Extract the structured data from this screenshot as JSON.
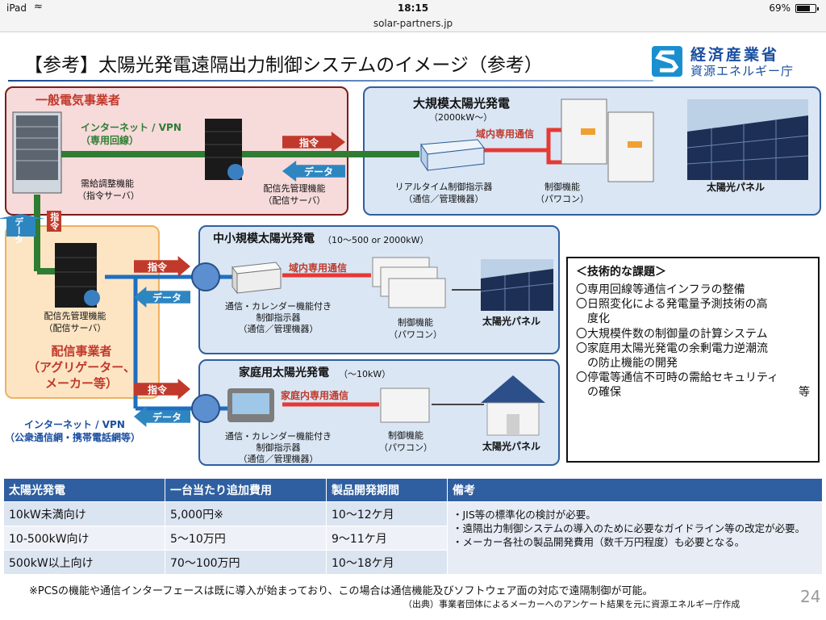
{
  "status_bar": {
    "carrier": "iPad",
    "wifi_icon": "wifi-icon",
    "time": "18:15",
    "battery": "69%"
  },
  "browser": {
    "url": "solar-partners.jp"
  },
  "slide": {
    "title": "【参考】太陽光発電遠隔出力制御システムのイメージ（参考）",
    "logo": {
      "line1": "経済産業省",
      "line2": "資源エネルギー庁"
    },
    "utility": {
      "title": "一般電気事業者",
      "internet": "インターネット / VPN",
      "dedicated": "（専用回線）",
      "server1_name": "需給調整機能",
      "server1_sub": "（指令サーバ）",
      "server2_name": "配信先管理機能",
      "server2_sub": "（配信サーバ）"
    },
    "aggregator": {
      "server_name": "配信先管理機能",
      "server_sub": "（配信サーバ）",
      "title_line1": "配信事業者",
      "title_line2": "（アグリゲーター、",
      "title_line3": "メーカー等）",
      "data_label": "データ",
      "command_label": "指令"
    },
    "large": {
      "title": "大規模太陽光発電",
      "subtitle": "（2000kW～）",
      "network": "域内専用通信",
      "device_name": "リアルタイム制御指示器",
      "device_sub": "（通信／管理機器）",
      "pcs_name": "制御機能",
      "pcs_sub": "（パワコン）",
      "panel": "太陽光パネル"
    },
    "mid": {
      "title": "中小規模太陽光発電",
      "range": "（10～500 or 2000kW）",
      "network": "域内専用通信",
      "device_name1": "通信・カレンダー機能付き",
      "device_name2": "制御指示器",
      "device_sub": "（通信／管理機器）",
      "pcs_name": "制御機能",
      "pcs_sub": "（パワコン）",
      "panel": "太陽光パネル"
    },
    "home": {
      "title": "家庭用太陽光発電",
      "range": "（～10kW）",
      "network": "家庭内専用通信",
      "device_name1": "通信・カレンダー機能付き",
      "device_name2": "制御指示器",
      "device_sub": "（通信／管理機器）",
      "pcs_name": "制御機能",
      "pcs_sub": "（パワコン）",
      "panel": "太陽光パネル"
    },
    "arrows": {
      "command": "指令",
      "data": "データ"
    },
    "public_net": {
      "line1": "インターネット / VPN",
      "line2": "（公衆通信網・携帯電話網等）"
    },
    "tech": {
      "heading": "＜技術的な課題＞",
      "items": [
        "〇専用回線等通信インフラの整備",
        "〇日照変化による発電量予測技術の高",
        "　度化",
        "〇大規模件数の制御量の計算システム",
        "〇家庭用太陽光発電の余剰電力逆潮流",
        "　の防止機能の開発",
        "〇停電等通信不可時の需給セキュリティ",
        "　の確保"
      ],
      "etc": "等"
    },
    "table": {
      "headers": [
        "太陽光発電",
        "一台当たり追加費用",
        "製品開発期間",
        "備考"
      ],
      "rows": [
        [
          "10kW未満向け",
          "5,000円※",
          "10～12ケ月"
        ],
        [
          "10-500kW向け",
          "5～10万円",
          "9～11ケ月"
        ],
        [
          "500kW以上向け",
          "70～100万円",
          "10～18ケ月"
        ]
      ],
      "notes": [
        "・JIS等の標準化の検討が必要。",
        "・遠隔出力制御システムの導入のために必要なガイドライン等の改定が必要。",
        "・メーカー各社の製品開発費用（数千万円程度）も必要となる。"
      ]
    },
    "footnote": "※PCSの機能や通信インターフェースは既に導入が始まっており、この場合は通信機能及びソフトウェア面の対応で遠隔制御が可能。",
    "source": "（出典）事業者団体によるメーカーへのアンケート結果を元に資源エネルギー庁作成",
    "page": "24"
  }
}
